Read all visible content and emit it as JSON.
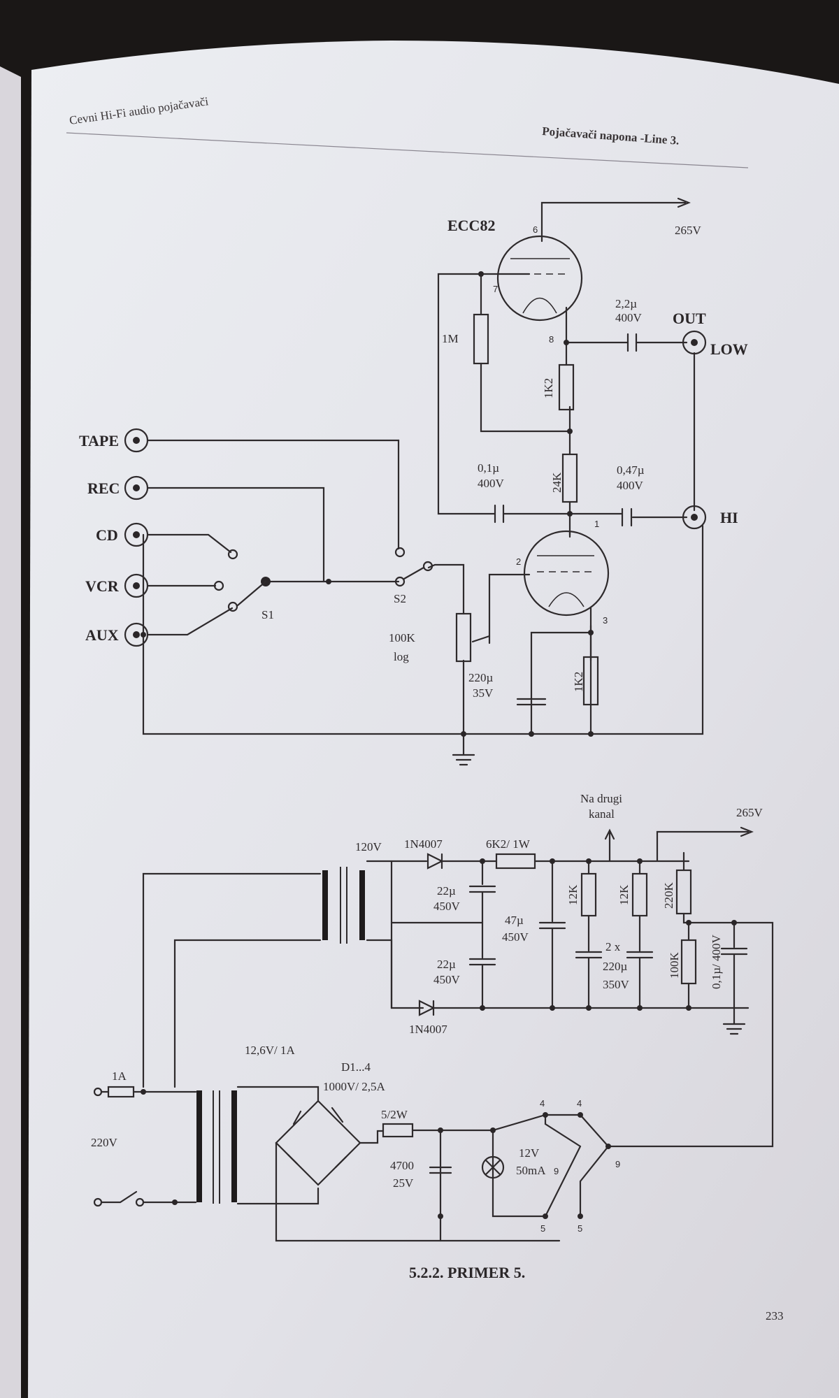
{
  "header": {
    "left": "Cevni Hi-Fi audio pojačavači",
    "right": "Pojačavači napona -Line 3."
  },
  "tube": {
    "name": "ECC82",
    "pins": [
      "6",
      "7",
      "8",
      "1",
      "2",
      "3"
    ]
  },
  "supply_out": "265V",
  "output": {
    "title": "OUT",
    "low": "LOW",
    "hi": "HI"
  },
  "inputs": [
    "TAPE",
    "REC",
    "CD",
    "VCR",
    "AUX"
  ],
  "switches": {
    "s1": "S1",
    "s2": "S2"
  },
  "components": {
    "r1m": "1M",
    "r1k2_top": "1K2",
    "r24k": "24K",
    "r1k2_bot": "1K2",
    "c_out_v": "2,2µ",
    "c_out_v2": "400V",
    "c_in_v": "0,1µ",
    "c_in_v2": "400V",
    "c_hi_v": "0,47µ",
    "c_hi_v2": "400V",
    "pot": "100K",
    "pot2": "log",
    "ck_v": "220µ",
    "ck_v2": "35V"
  },
  "psu": {
    "tr_v": "120V",
    "d1": "1N4007",
    "d2": "1N4007",
    "r_ser": "6K2/ 1W",
    "na_drugi": "Na drugi",
    "kanal": "kanal",
    "c22a": "22µ",
    "c22a2": "450V",
    "c22b": "22µ",
    "c22b2": "450V",
    "c47": "47µ",
    "c47b": "450V",
    "r12k_a": "12K",
    "r12k_b": "12K",
    "c2x": "2 x",
    "c2x2": "220µ",
    "c2x3": "350V",
    "r220k": "220K",
    "r100k": "100K",
    "c01": "0,1µ/ 400V",
    "out": "265V",
    "fuse": "1A",
    "mains": "220V",
    "tr2": "12,6V/ 1A",
    "bridge": "D1...4",
    "bridge2": "1000V/ 2,5A",
    "r5": "5/2W",
    "c4700": "4700",
    "c4700b": "25V",
    "lamp": "12V",
    "lamp2": "50mA",
    "heater_pins": [
      "4",
      "4",
      "9",
      "9",
      "5",
      "5"
    ]
  },
  "caption": "5.2.2. PRIMER 5.",
  "page_number": "233",
  "colors": {
    "paper": "#e4e4e9",
    "ink": "#2e2a2c",
    "background": "#1a1716"
  }
}
